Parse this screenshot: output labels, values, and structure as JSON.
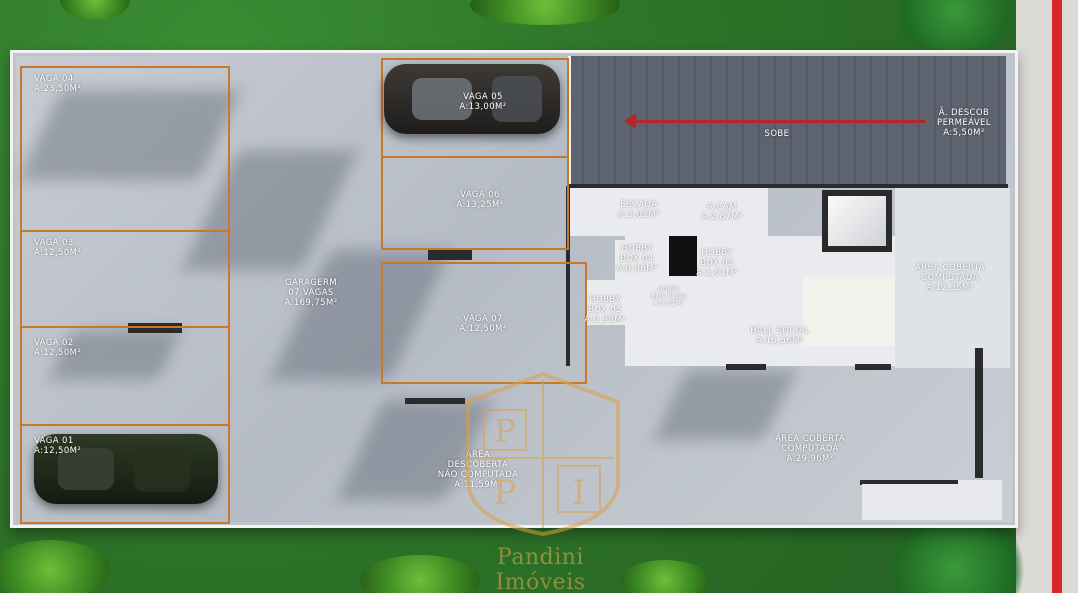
{
  "colors": {
    "parking_outline": "#c9772a",
    "ramp_arrow": "#b3262a",
    "curb": "#d92727",
    "watermark": "#d9a24a"
  },
  "labels": {
    "vaga04": {
      "name": "VAGA 04",
      "area": "A:23,50M²"
    },
    "vaga05": {
      "name": "VAGA 05",
      "area": "A:13,00M²"
    },
    "vaga06": {
      "name": "VAGA 06",
      "area": "A:13,25M²"
    },
    "vaga07": {
      "name": "VAGA 07",
      "area": "A:12,50M²"
    },
    "vaga03": {
      "name": "VAGA 03",
      "area": "A:12,50M²"
    },
    "vaga02": {
      "name": "VAGA 02",
      "area": "A:12,50M²"
    },
    "vaga01": {
      "name": "VAGA 01",
      "area": "A:12,50M²"
    },
    "garagem": {
      "line1": "GARAGERM",
      "line2": "07 VAGAS",
      "area": "A:169,75M²"
    },
    "sobe": "SOBE",
    "permeavel": {
      "line1": "Ã. DESCOB",
      "line2": "PERMEÁVEL",
      "area": "A:5,50M²"
    },
    "escada": {
      "name": "ESCADA",
      "area": "A:3,02M²"
    },
    "acam": {
      "name": "A.CAM",
      "area": "A:2,87M²"
    },
    "hobby04": {
      "line1": "HOBBY",
      "line2": "BOX 04",
      "area": "A:0,96M²"
    },
    "hobby03": {
      "line1": "HOBBY",
      "line2": "BOX 03",
      "area": "A:1,01M²"
    },
    "hobby0102": {
      "line1": "HOBBY",
      "line2": "BOX 01/02",
      "area": "A:0,62M²"
    },
    "hobby05": {
      "line1": "HOBBY",
      "line2": "BOX 05",
      "area": "A:0,98M²"
    },
    "hall": {
      "name": "HALL SOCIAL",
      "area": "A:15,56M²"
    },
    "coberta1": {
      "line1": "ÁREA COBERTA",
      "line2": "COMPUTADA",
      "area": "A:12,35M²"
    },
    "coberta2": {
      "line1": "ÁREA COBERTA",
      "line2": "COMPUTADA",
      "area": "A:29,96M²"
    },
    "descoberta": {
      "line1": "ÁREA",
      "line2": "DESCOBERTA",
      "line3": "NÃO COMPUTADA",
      "area": "A:11,59M²"
    }
  },
  "watermark": {
    "monogram_left": "P",
    "monogram_right": "I",
    "text": "Pandini Imóveis"
  }
}
